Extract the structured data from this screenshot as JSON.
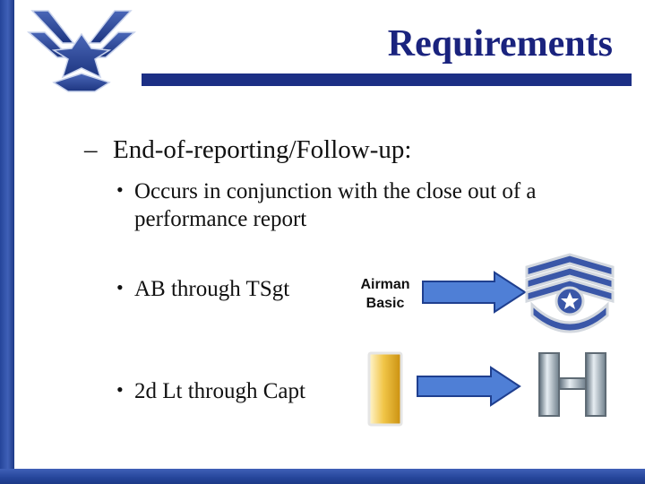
{
  "slide": {
    "title": "Requirements",
    "dash_item": "End-of-reporting/Follow-up:",
    "dash_mark": "–",
    "bullet_mark": "•",
    "bullets": [
      "Occurs in conjunction with the close out of a performance report",
      "AB through TSgt",
      "2d Lt through Capt"
    ],
    "rank_label_line1": "Airman",
    "rank_label_line2": "Basic"
  },
  "icons": {
    "logo": "air-force-symbol",
    "enlisted_insignia": "technical-sergeant-chevron",
    "officer_insignia_start": "second-lieutenant-gold-bar",
    "officer_insignia_end": "captain-silver-bars"
  },
  "colors": {
    "title": "#1a237e",
    "frame_blue": "#25459a",
    "arrow_blue": "#4f7fd6",
    "gold": "#e8b22c",
    "silver": "#9aa8b4"
  }
}
